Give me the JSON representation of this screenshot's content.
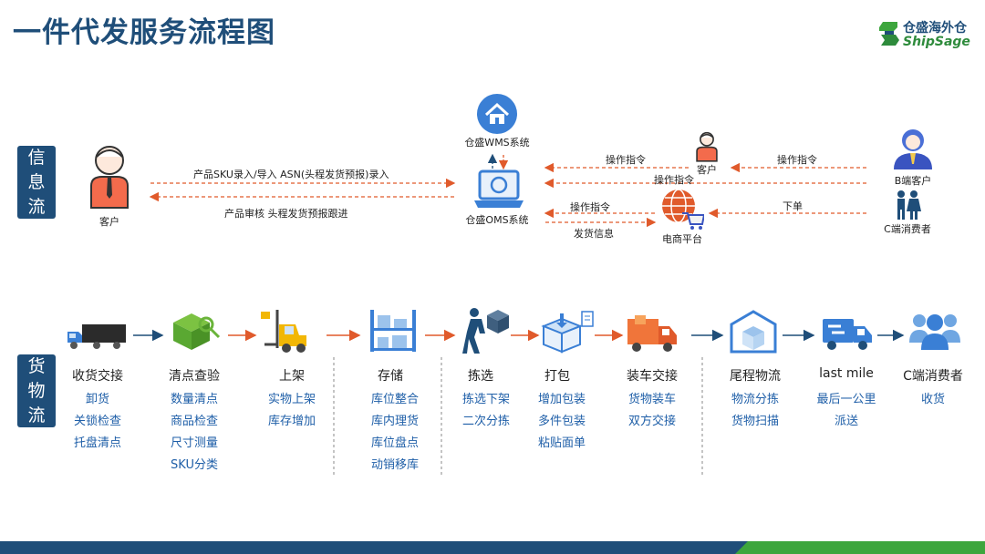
{
  "title": "一件代发服务流程图",
  "logo": {
    "cn": "仓盛海外仓",
    "en": "ShipSage",
    "icon": "shipsage-logo-icon"
  },
  "sections": {
    "info_flow": "信息流",
    "goods_flow": "货物流"
  },
  "info": {
    "customer": {
      "label": "客户",
      "icon": "customer-avatar-icon"
    },
    "wms": {
      "label": "仓盛WMS系统",
      "icon": "home-icon"
    },
    "oms": {
      "label": "仓盛OMS系统",
      "icon": "laptop-icon"
    },
    "small_customer": {
      "label": "客户",
      "icon": "customer-avatar-icon"
    },
    "b_client": {
      "label": "B端客户",
      "icon": "business-client-icon"
    },
    "c_consumer": {
      "label": "C端消费者",
      "icon": "consumer-couple-icon"
    },
    "ecommerce": {
      "label": "电商平台",
      "icon": "globe-cart-icon"
    },
    "arrows": {
      "sku_asn": "产品SKU录入/导入    ASN(头程发货预报)录入",
      "review_track": "产品审核    头程发货预报跟进",
      "op_cmd_1": "操作指令",
      "op_cmd_2": "操作指令",
      "op_cmd_3": "操作指令",
      "op_cmd_4": "操作指令",
      "order": "下单",
      "ship_info": "发货信息"
    }
  },
  "stages": [
    {
      "title": "收货交接",
      "icon": "truck-icon",
      "items": [
        "卸货",
        "关锁检查",
        "托盘清点"
      ]
    },
    {
      "title": "清点查验",
      "icon": "box-inspect-icon",
      "items": [
        "数量清点",
        "商品检查",
        "尺寸测量",
        "SKU分类"
      ]
    },
    {
      "title": "上架",
      "icon": "forklift-icon",
      "items": [
        "实物上架",
        "库存增加"
      ]
    },
    {
      "title": "存储",
      "icon": "shelf-icon",
      "items": [
        "库位整合",
        "库内理货",
        "库位盘点",
        "动销移库"
      ]
    },
    {
      "title": "拣选",
      "icon": "worker-carry-icon",
      "items": [
        "拣选下架",
        "二次分拣"
      ]
    },
    {
      "title": "打包",
      "icon": "package-icon",
      "items": [
        "增加包装",
        "多件包装",
        "粘贴面单"
      ]
    },
    {
      "title": "装车交接",
      "icon": "delivery-truck-icon",
      "items": [
        "货物装车",
        "双方交接"
      ]
    },
    {
      "title": "尾程物流",
      "icon": "warehouse-icon",
      "items": [
        "物流分拣",
        "货物扫描"
      ]
    },
    {
      "title": "last mile",
      "icon": "van-icon",
      "items": [
        "最后一公里",
        "派送"
      ]
    },
    {
      "title": "C端消费者",
      "icon": "people-group-icon",
      "items": [
        "收货"
      ]
    }
  ],
  "colors": {
    "navy": "#1f4e79",
    "orange": "#e05a2b",
    "blue_text": "#1f5fa8",
    "green": "#3da63d"
  }
}
